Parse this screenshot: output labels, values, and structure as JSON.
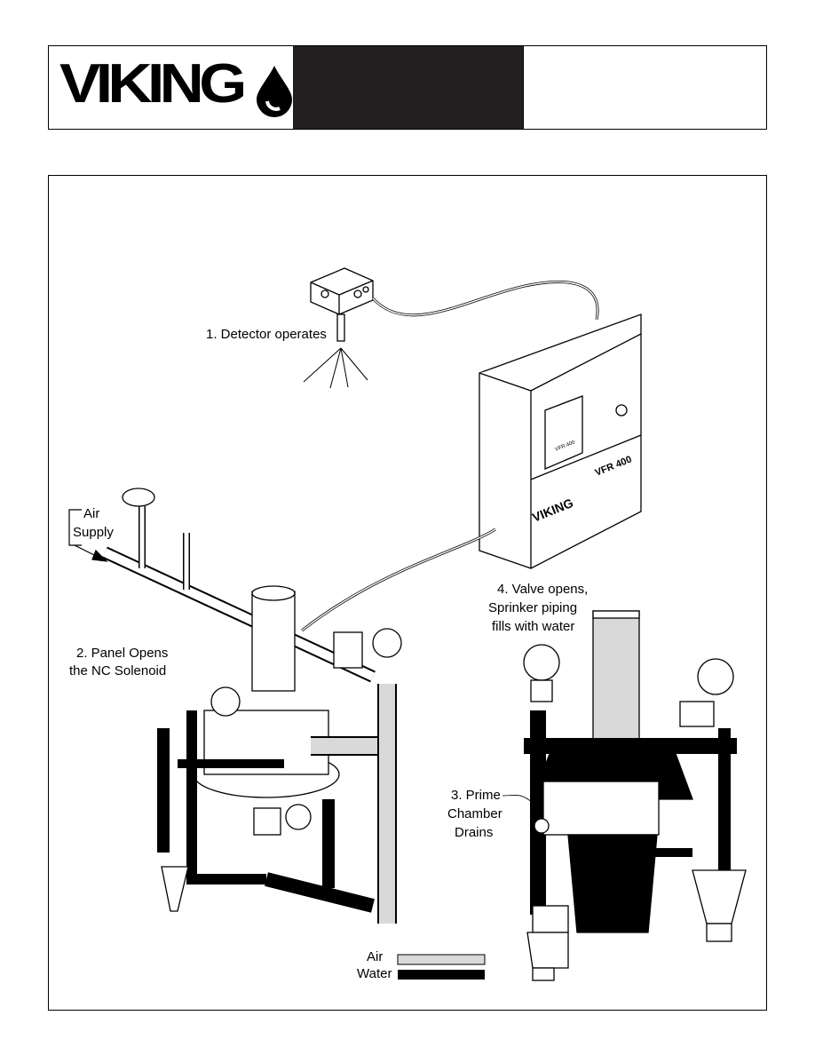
{
  "header": {
    "logo_text": "VIKING",
    "registered_mark": "®"
  },
  "diagram": {
    "step1": "1. Detector operates",
    "step2_line1": "2. Panel Opens",
    "step2_line2": "the NC Solenoid",
    "step3_line1": "3. Prime",
    "step3_line2": "Chamber",
    "step3_line3": "Drains",
    "step4_line1": "4. Valve opens,",
    "step4_line2": "Sprinker piping",
    "step4_line3": "fills with water",
    "air_supply_line1": "Air",
    "air_supply_line2": "Supply",
    "panel_model": "VFR 400",
    "panel_brand": "VIKING",
    "panel_window_label": "VFR 400"
  },
  "legend": {
    "air_label": "Air",
    "water_label": "Water",
    "air_color": "#d9d9d9",
    "water_color": "#000000"
  }
}
